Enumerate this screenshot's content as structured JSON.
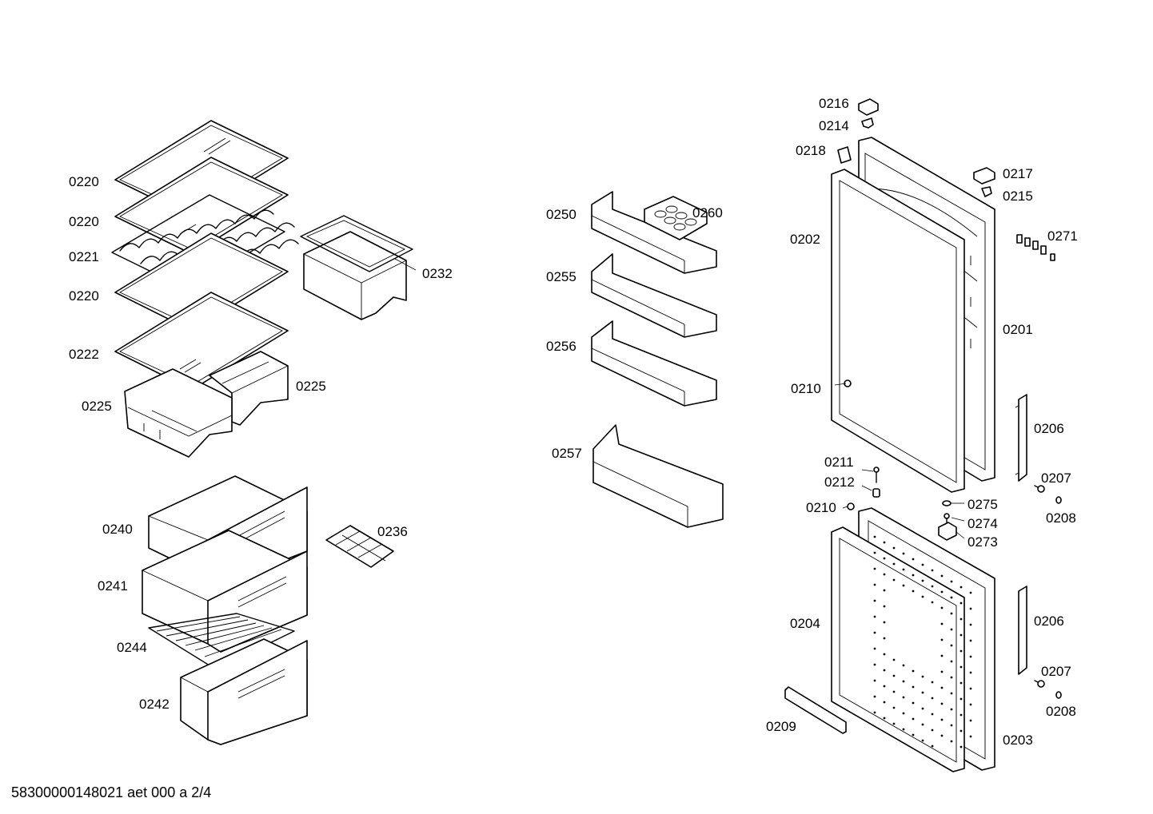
{
  "footer": "58300000148021 aet 000 a 2/4",
  "labels": {
    "l0220a": "0220",
    "l0220b": "0220",
    "l0221": "0221",
    "l0220c": "0220",
    "l0222": "0222",
    "l0225a": "0225",
    "l0225b": "0225",
    "l0232": "0232",
    "l0240": "0240",
    "l0241": "0241",
    "l0244": "0244",
    "l0242": "0242",
    "l0236": "0236",
    "l0250": "0250",
    "l0260": "0260",
    "l0255": "0255",
    "l0256": "0256",
    "l0257": "0257",
    "l0216": "0216",
    "l0214": "0214",
    "l0218": "0218",
    "l0217": "0217",
    "l0215": "0215",
    "l0271": "0271",
    "l0202": "0202",
    "l0201": "0201",
    "l0210a": "0210",
    "l0206a": "0206",
    "l0211": "0211",
    "l0212": "0212",
    "l0207a": "0207",
    "l0210b": "0210",
    "l0275": "0275",
    "l0208a": "0208",
    "l0274": "0274",
    "l0273": "0273",
    "l0204": "0204",
    "l0206b": "0206",
    "l0207b": "0207",
    "l0208b": "0208",
    "l0209": "0209",
    "l0203": "0203"
  }
}
